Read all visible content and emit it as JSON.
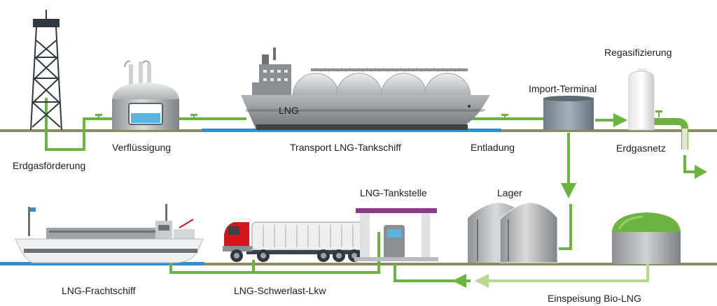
{
  "labels": {
    "erdgasfoerderung": "Erdgasförderung",
    "verfluessigung": "Verflüssigung",
    "lng_ship_tag": "LNG",
    "transport": "Transport LNG-Tankschiff",
    "entladung": "Entladung",
    "import_terminal": "Import-Terminal",
    "regasifizierung": "Regasifizierung",
    "erdgasnetz": "Erdgasnetz",
    "lng_tankstelle": "LNG-Tankstelle",
    "lager": "Lager",
    "lng_frachtschiff": "LNG-Frachtschiff",
    "lng_schwerlast_lkw": "LNG-Schwerlast-Lkw",
    "einspeisung_bio_lng": "Einspeisung Bio-LNG"
  },
  "colors": {
    "flow_green": "#6cb33f",
    "flow_light_green": "#b5d98f",
    "ground_olive": "#8d8b5e",
    "water_blue": "#2f8fd0",
    "steel_gray": "#9fa3a6",
    "truck_red": "#d7141c",
    "station_purple": "#8e3b8e"
  }
}
